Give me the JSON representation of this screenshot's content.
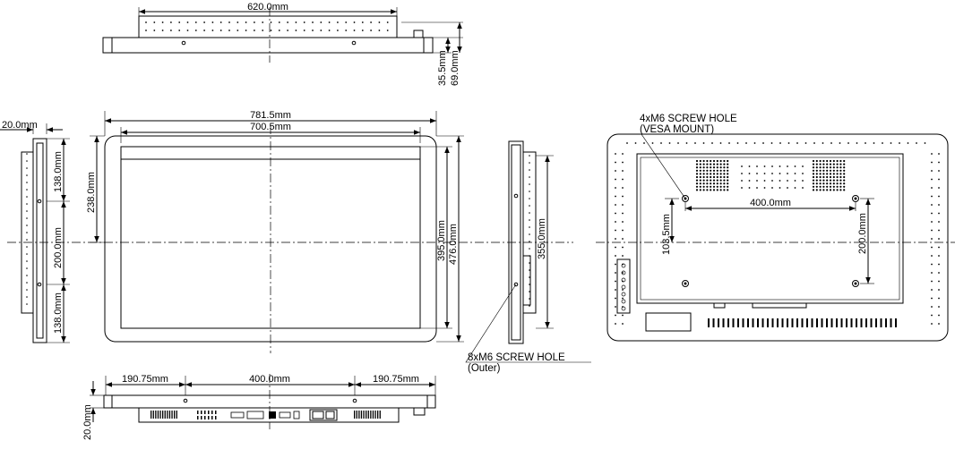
{
  "top_view": {
    "width": "620.0mm",
    "depth_body": "35.5mm",
    "depth_total": "69.0mm"
  },
  "front_view": {
    "outer_width": "781.5mm",
    "inner_width": "700.5mm",
    "upper_offset": "238.0mm",
    "inner_height": "395.0mm",
    "outer_height": "476.0mm"
  },
  "left_side_view": {
    "depth": "20.0mm",
    "spacing_top": "138.0mm",
    "spacing_mid": "200.0mm",
    "spacing_bottom": "138.0mm"
  },
  "right_side_view": {
    "hole_spacing": "355.0mm",
    "callout_title": "8xM6 SCREW HOLE",
    "callout_sub": "(Outer)"
  },
  "rear_view": {
    "callout_title": "4xM6 SCREW HOLE",
    "callout_sub": "(VESA MOUNT)",
    "vesa_h": "400.0mm",
    "vesa_v": "200.0mm",
    "vesa_offset": "103.5mm"
  },
  "bottom_view": {
    "left_spacing": "190.75mm",
    "mid_spacing": "400.0mm",
    "right_spacing": "190.75mm",
    "depth": "20.0mm"
  }
}
